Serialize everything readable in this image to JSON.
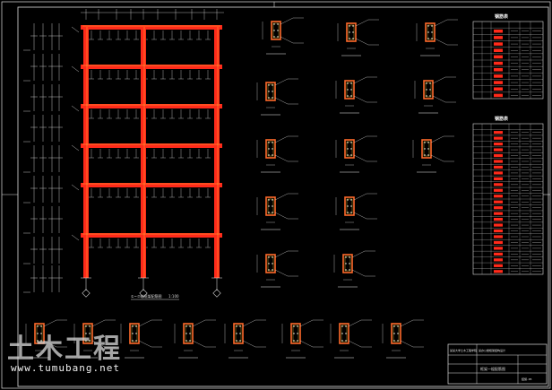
{
  "drawing": {
    "frame_title": "框架一榀配筋图",
    "elevation_caption": "①~⑦轴框架配筋图",
    "scale": "1:100"
  },
  "tables": {
    "table1_title": "钢筋表",
    "table2_title": "钢筋表"
  },
  "title_block": {
    "school": "某某大学土木工程学院",
    "project": "某办公楼框架结构设计",
    "drawing_name": "框架一榀配筋图",
    "sheet_no": "结施-05"
  },
  "watermark": {
    "logo_text": "土木工程",
    "url": "www.tumubang.net"
  },
  "colors": {
    "background": "#000000",
    "line": "#ffffff",
    "beam": "#ff2a1a",
    "rebar": "#ffd23a",
    "section": "#ff6a2a"
  }
}
